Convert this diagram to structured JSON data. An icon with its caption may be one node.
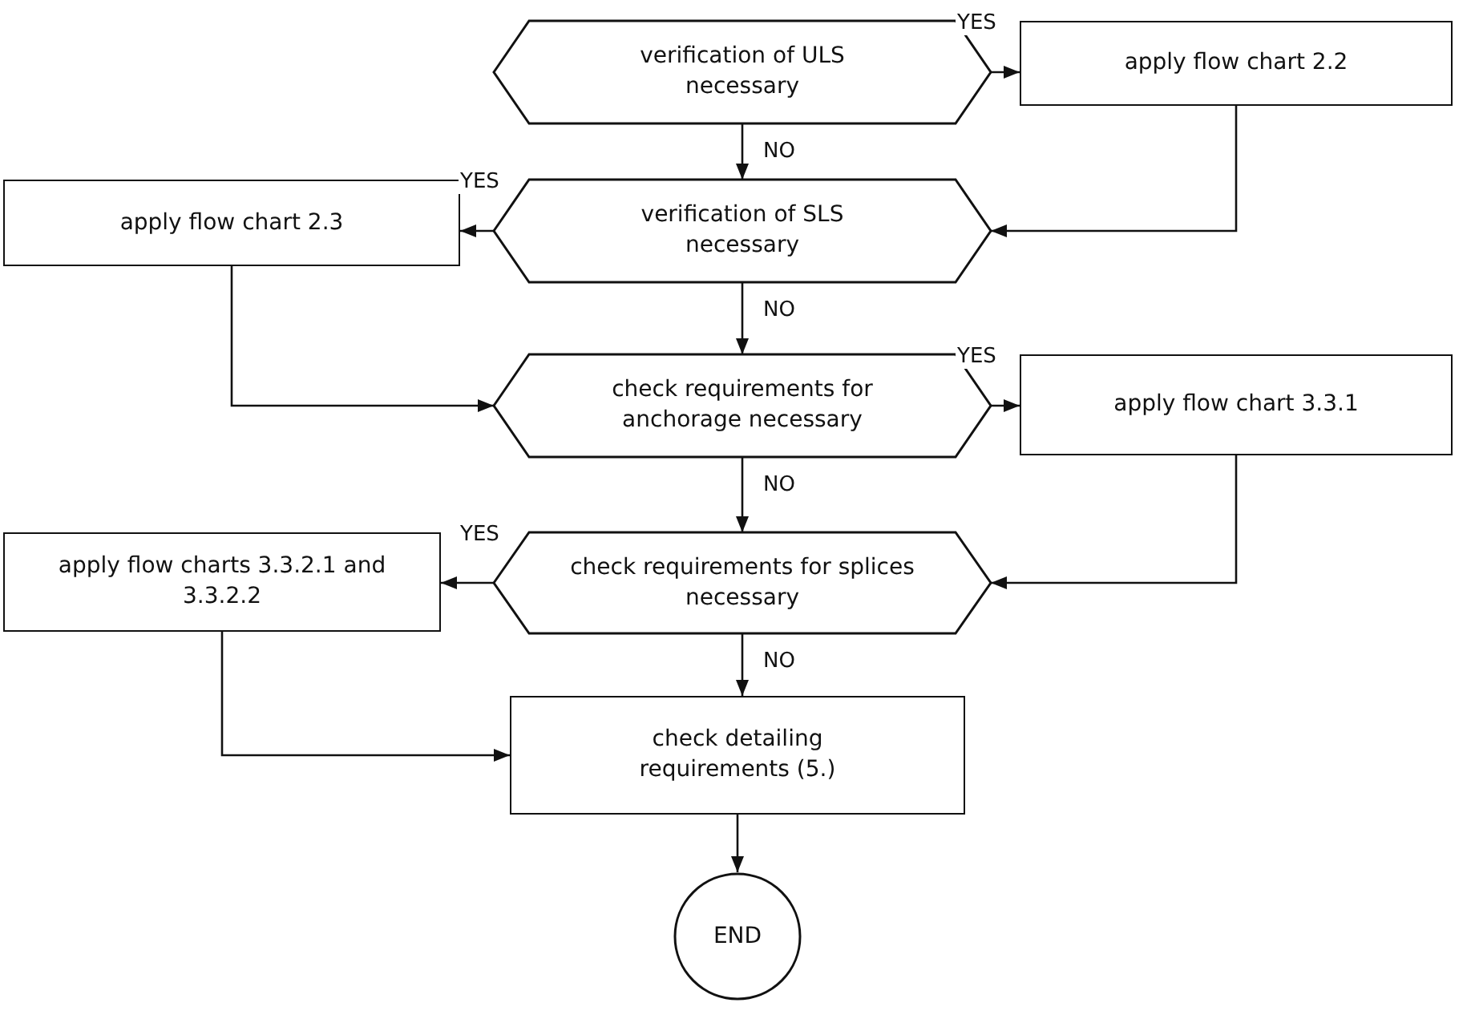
{
  "diagram": {
    "nodes": [
      {
        "text": [
          "verification of ULS necessary"
        ]
      },
      {
        "text": [
          "apply flow chart 2.2"
        ]
      },
      {
        "text": [
          "verification of SLS necessary"
        ]
      },
      {
        "text": [
          "apply flow chart 2.3"
        ]
      },
      {
        "text": [
          "check requirements for anchorage necessary"
        ]
      },
      {
        "text": [
          "apply flow chart 3.3.1"
        ]
      },
      {
        "text": [
          "check requirements for splices necessary"
        ]
      },
      {
        "text": [
          "apply flow charts 3.3.2.1 and 3.3.2.2"
        ]
      },
      {
        "text": [
          "check detailing requirements (5.)"
        ]
      },
      {
        "text": [
          "END"
        ]
      }
    ],
    "edges": [
      {
        "from": 0,
        "to": 1,
        "arrow": "to",
        "label": "YES"
      },
      {
        "from": 0,
        "to": 2,
        "arrow": "to",
        "label": "NO"
      },
      {
        "from": 1,
        "to": 2,
        "arrow": "to"
      },
      {
        "from": 2,
        "to": 3,
        "arrow": "to",
        "label": "YES"
      },
      {
        "from": 2,
        "to": 4,
        "arrow": "to",
        "label": "NO"
      },
      {
        "from": 3,
        "to": 4,
        "arrow": "to"
      },
      {
        "from": 4,
        "to": 5,
        "arrow": "to",
        "label": "YES"
      },
      {
        "from": 4,
        "to": 6,
        "arrow": "to",
        "label": "NO"
      },
      {
        "from": 5,
        "to": 6,
        "arrow": "to"
      },
      {
        "from": 6,
        "to": 7,
        "arrow": "to",
        "label": "YES"
      },
      {
        "from": 6,
        "to": 8,
        "arrow": "to",
        "label": "NO"
      },
      {
        "from": 7,
        "to": 8,
        "arrow": "to"
      },
      {
        "from": 8,
        "to": 9,
        "arrow": "to"
      }
    ]
  }
}
